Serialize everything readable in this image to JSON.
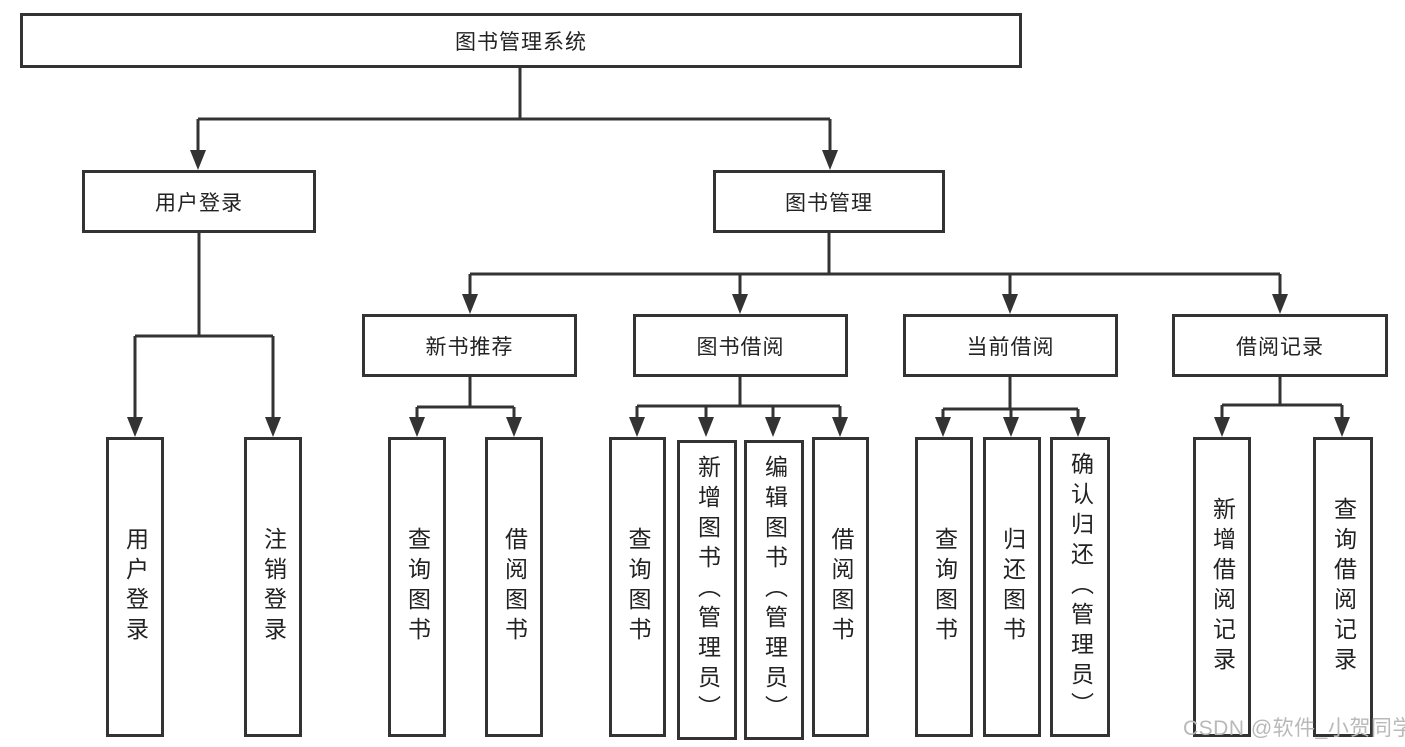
{
  "diagram": {
    "root": {
      "label": "图书管理系统"
    },
    "level2": [
      {
        "id": "user-login",
        "label": "用户登录"
      },
      {
        "id": "book-management",
        "label": "图书管理"
      }
    ],
    "level3": [
      {
        "id": "new-book-recommend",
        "label": "新书推荐"
      },
      {
        "id": "book-borrow",
        "label": "图书借阅"
      },
      {
        "id": "current-borrow",
        "label": "当前借阅"
      },
      {
        "id": "borrow-records",
        "label": "借阅记录"
      }
    ],
    "leaves": {
      "user_login": [
        {
          "label": "用户登录"
        },
        {
          "label": "注销登录"
        }
      ],
      "new_book": [
        {
          "label": "查询图书"
        },
        {
          "label": "借阅图书"
        }
      ],
      "book_borrow": [
        {
          "label": "查询图书"
        },
        {
          "label": "新增图书（管理员）"
        },
        {
          "label": "编辑图书（管理员）"
        },
        {
          "label": "借阅图书"
        }
      ],
      "current_borrow": [
        {
          "label": "查询图书"
        },
        {
          "label": "归还图书"
        },
        {
          "label": "确认归还（管理员）"
        }
      ],
      "records": [
        {
          "label": "新增借阅记录"
        },
        {
          "label": "查询借阅记录"
        }
      ]
    }
  },
  "watermark": {
    "text": "CSDN @软件_小贺同学"
  },
  "colors": {
    "line": "#333333",
    "text": "#222222",
    "watermark": "#b9b9b9",
    "background": "#ffffff"
  }
}
